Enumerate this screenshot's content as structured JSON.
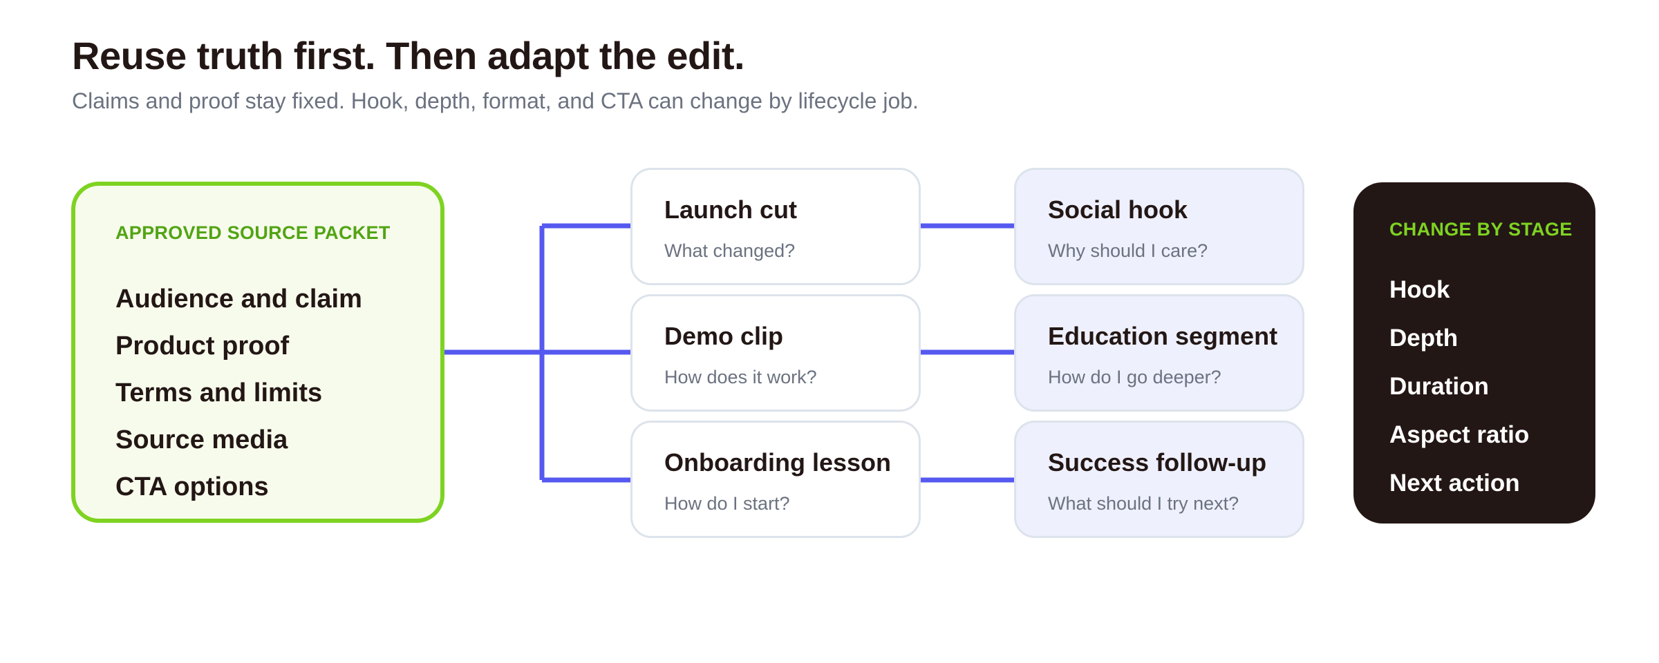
{
  "header": {
    "title": "Reuse truth first. Then adapt the edit.",
    "subtitle": "Claims and proof stay fixed. Hook, depth, format, and CTA can change by lifecycle job."
  },
  "source_packet": {
    "heading": "APPROVED SOURCE PACKET",
    "items": [
      "Audience and claim",
      "Product proof",
      "Terms and limits",
      "Source media",
      "CTA options"
    ]
  },
  "formats": [
    {
      "title": "Launch cut",
      "question": "What changed?"
    },
    {
      "title": "Demo clip",
      "question": "How does it work?"
    },
    {
      "title": "Onboarding lesson",
      "question": "How do I start?"
    }
  ],
  "stages": [
    {
      "title": "Social hook",
      "question": "Why should I care?"
    },
    {
      "title": "Education segment",
      "question": "How do I go deeper?"
    },
    {
      "title": "Success follow-up",
      "question": "What should I try next?"
    }
  ],
  "change_by_stage": {
    "heading": "CHANGE BY STAGE",
    "items": [
      "Hook",
      "Depth",
      "Duration",
      "Aspect ratio",
      "Next action"
    ]
  },
  "colors": {
    "source_border": "#7ed321",
    "source_fill": "#f7fbec",
    "source_heading": "#52a414",
    "connector": "#5659ef",
    "stage_card_fill": "#eef0fd",
    "dark_panel": "#231715",
    "dark_panel_heading": "#7ed321"
  }
}
